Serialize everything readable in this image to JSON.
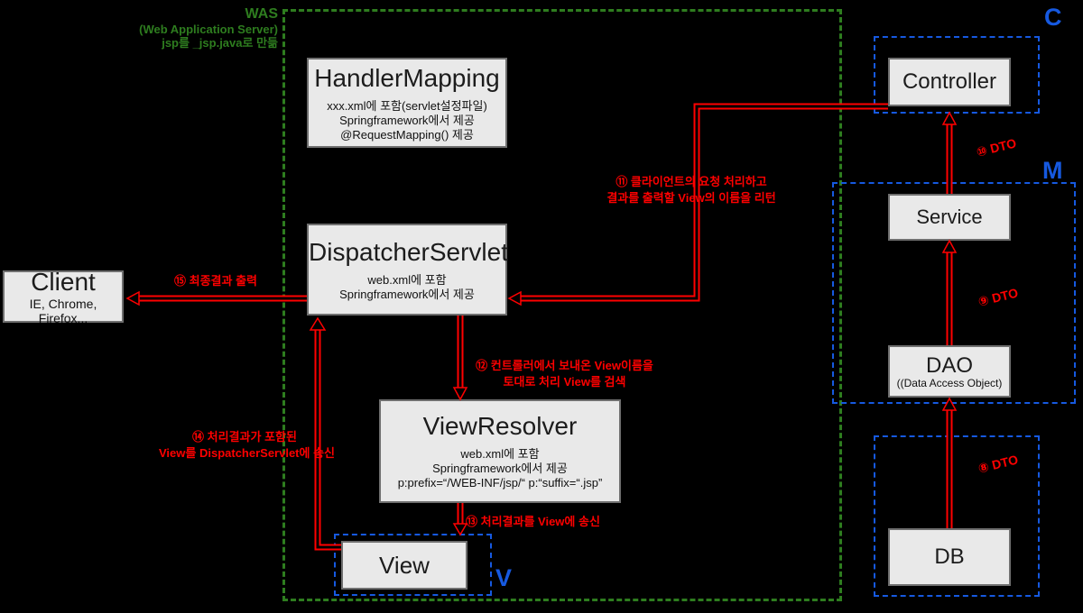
{
  "was": {
    "title": "WAS",
    "subtitle": "(Web Application Server)",
    "note": "jsp를 _jsp.java로 만듦"
  },
  "letters": {
    "controller": "C",
    "model": "M",
    "view": "V"
  },
  "boxes": {
    "handler_mapping": {
      "title": "HandlerMapping",
      "lines": [
        "xxx.xml에 포함(servlet설정파일)",
        "Springframework에서 제공",
        "@RequestMapping() 제공"
      ]
    },
    "dispatcher_servlet": {
      "title": "DispatcherServlet",
      "lines": [
        "web.xml에 포함",
        "Springframework에서 제공"
      ]
    },
    "view_resolver": {
      "title": "ViewResolver",
      "lines": [
        "web.xml에 포함",
        "Springframework에서 제공",
        "p:prefix=“/WEB-INF/jsp/“ p:“suffix=“.jsp”"
      ]
    },
    "view": {
      "title": "View"
    },
    "client": {
      "title": "Client",
      "lines": [
        "IE, Chrome, Firefox..."
      ]
    },
    "controller": {
      "title": "Controller"
    },
    "service": {
      "title": "Service"
    },
    "dao": {
      "title": "DAO",
      "lines": [
        "((Data Access Object)"
      ]
    },
    "db": {
      "title": "DB"
    }
  },
  "steps": {
    "s11": [
      "⑪ 클라이언트의 요청 처리하고",
      "결과를 출력할 View의 이름을 리턴"
    ],
    "s12": [
      "⑫ 컨트롤러에서 보내온 View이름을",
      "토대로 처리 View를 검색"
    ],
    "s13": "⑬ 처리결과를 View에 송신",
    "s14": [
      "⑭ 처리결과가 포함된",
      "View를 DispatcherServlet에 송신"
    ],
    "s15": "⑮ 최종결과 출력",
    "dto_db_to_dao": "⑧ DTO",
    "dto_dao_to_service": "⑨ DTO",
    "dto_service_to_controller": "⑩ DTO"
  },
  "colors": {
    "background": "#000000",
    "box_fill": "#e9e9e9",
    "box_border": "#6f6f6f",
    "arrow_red": "#ff0000",
    "was_green": "#2e7d1f",
    "mvc_blue": "#1659e0"
  }
}
